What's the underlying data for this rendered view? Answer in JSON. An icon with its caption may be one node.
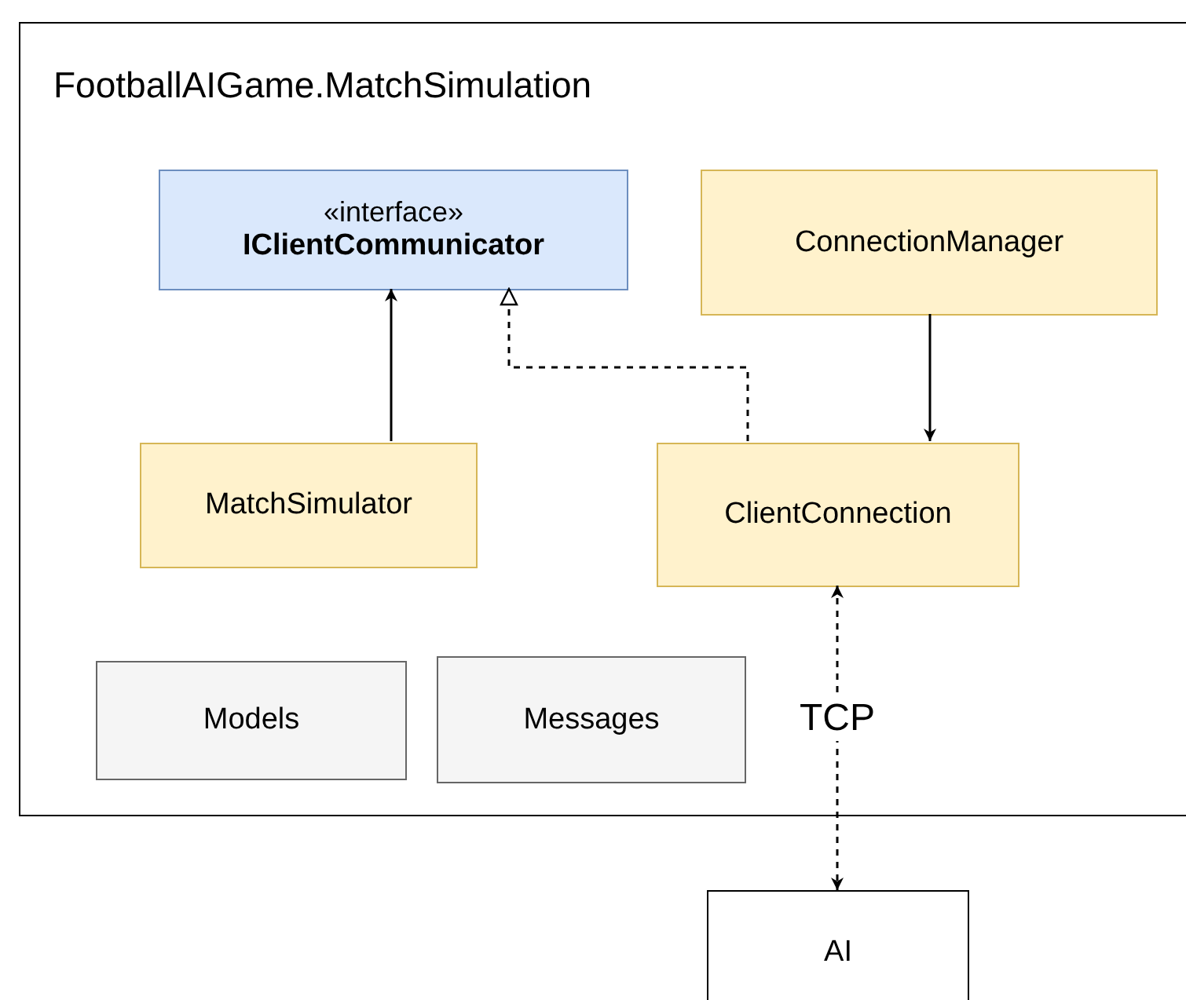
{
  "diagram": {
    "nodes": [
      {
        "text": [
          "FootballAIGame.MatchSimulation"
        ]
      },
      {
        "text": [
          "«interface»",
          "IClientCommunicator"
        ],
        "in": 0
      },
      {
        "text": [
          "ConnectionManager"
        ],
        "in": 0
      },
      {
        "text": [
          "MatchSimulator"
        ],
        "in": 0
      },
      {
        "text": [
          "ClientConnection"
        ],
        "in": 0
      },
      {
        "text": [
          "Models"
        ],
        "in": 0
      },
      {
        "text": [
          "Messages"
        ],
        "in": 0
      },
      {
        "text": [
          "AI"
        ]
      }
    ],
    "edges": [
      {
        "from": 3,
        "to": 1,
        "arrow": "to"
      },
      {
        "from": 4,
        "to": 1,
        "arrow": "to",
        "style": "dashed"
      },
      {
        "from": 2,
        "to": 4,
        "arrow": "to"
      },
      {
        "from": 4,
        "to": 7,
        "arrow": "both",
        "style": "dashed",
        "label": "TCP"
      }
    ]
  }
}
